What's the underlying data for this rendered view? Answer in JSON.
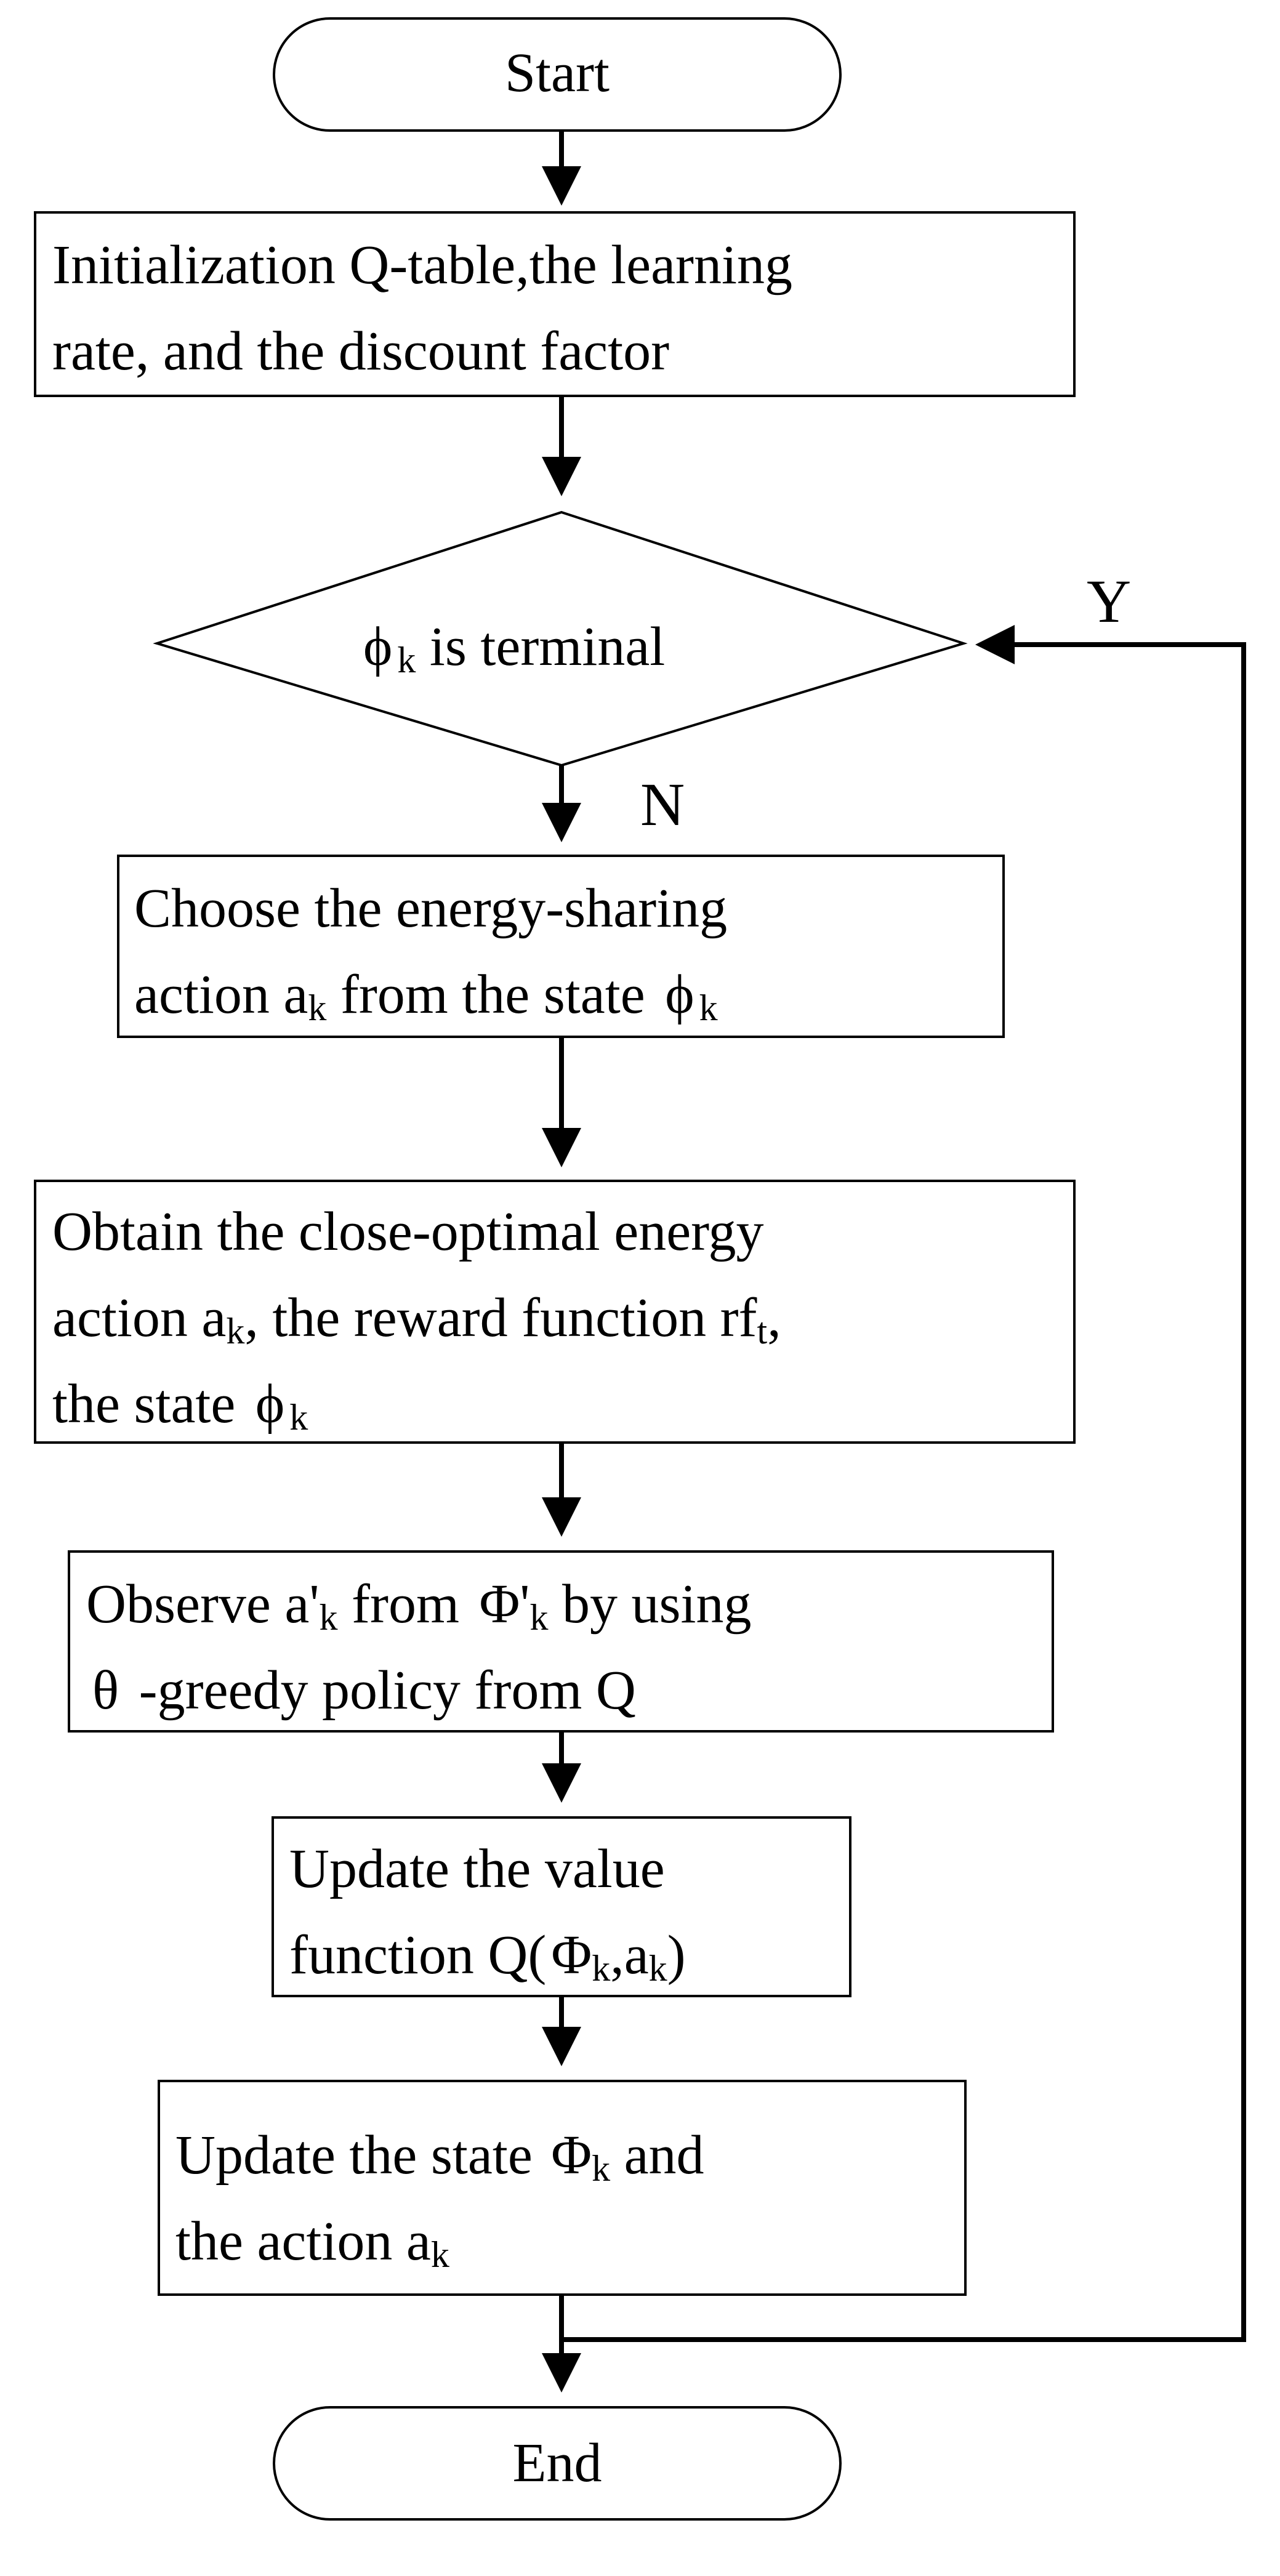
{
  "nodes": {
    "start": "Start",
    "init": [
      "Initialization Q-table,the learning",
      "rate, and the discount factor"
    ],
    "decision": {
      "prefix": "ϕ",
      "sub": "k",
      "rest": " is terminal"
    },
    "choose": {
      "line1": "Choose the energy-sharing",
      "line2": {
        "a": "action a",
        "a_sub": "k",
        "b": " from the state ",
        "phi": "ϕ",
        "phi_sub": "k"
      }
    },
    "obtain": {
      "line1": "Obtain the close-optimal energy",
      "line2": {
        "a": "action a",
        "a_sub": "k",
        "b": ", the reward function rf",
        "b_sub": "t",
        "c": ","
      },
      "line3": {
        "a": "the state ",
        "phi": "ϕ",
        "phi_sub": "k"
      }
    },
    "observe": {
      "line1": {
        "a": "Observe a'",
        "a_sub": "k",
        "b": " from ",
        "phi": "Φ'",
        "phi_sub": "k",
        "c": " by using"
      },
      "line2": {
        "theta": "θ",
        "rest": " -greedy policy from Q"
      }
    },
    "update_value": {
      "line1": "Update the value",
      "line2": {
        "a": "function Q(",
        "phi": "Φ",
        "phi_sub": "k",
        "b": ",a",
        "b_sub": "k",
        "c": ")"
      }
    },
    "update_state": {
      "line1": {
        "a": "Update the state ",
        "phi": "Φ",
        "phi_sub": "k",
        "b": " and"
      },
      "line2": {
        "a": "the action a",
        "a_sub": "k"
      }
    },
    "end": "End"
  },
  "edge_labels": {
    "yes": "Y",
    "no": "N"
  }
}
